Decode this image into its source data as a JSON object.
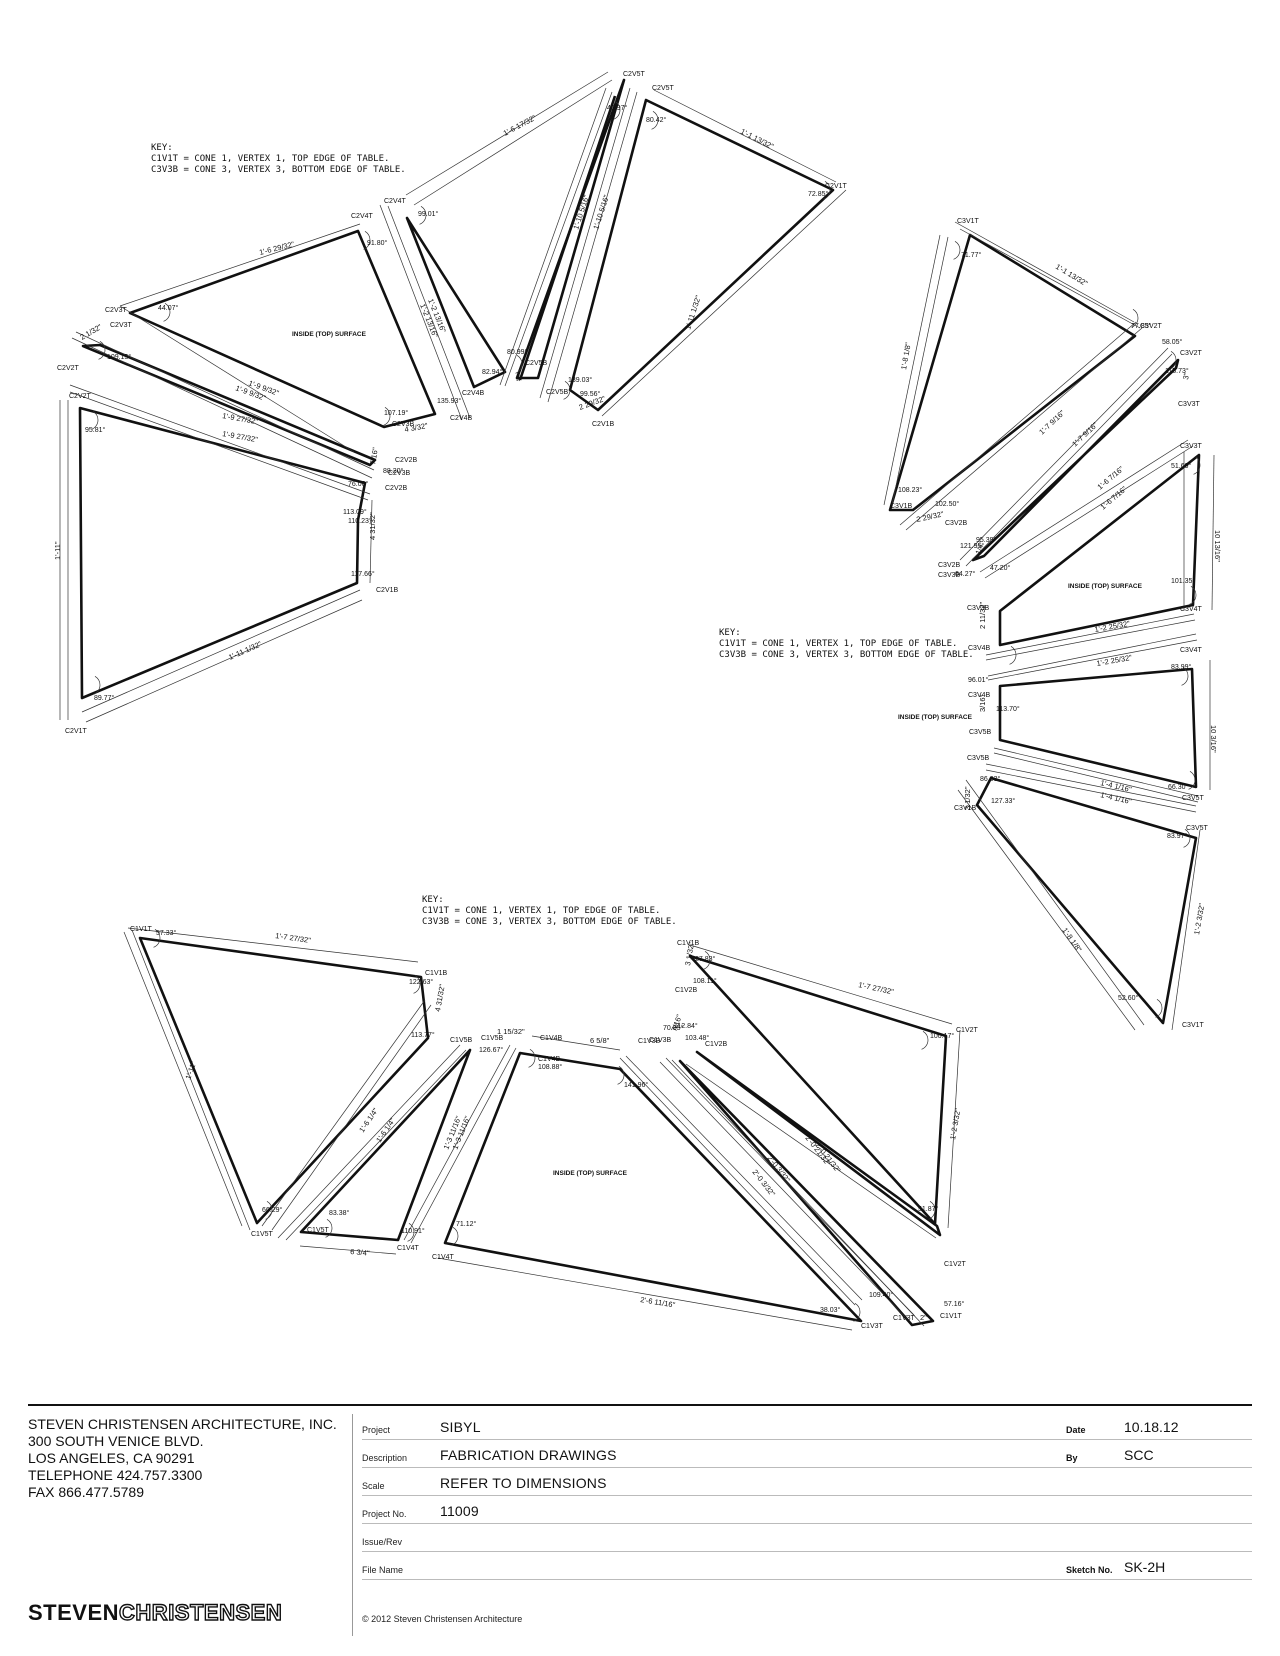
{
  "drawing": {
    "key_text": {
      "title": "KEY:",
      "line1": "C1V1T = CONE 1, VERTEX 1, TOP EDGE OF TABLE.",
      "line2": "C3V3B = CONE 3, VERTEX 3, BOTTOM EDGE OF TABLE."
    },
    "surface_label": "INSIDE (TOP) SURFACE",
    "cone2": {
      "vertices": [
        "C2V5T",
        "C2V5T",
        "C2V1T",
        "C2V4T",
        "C2V4T",
        "C2V3T",
        "C2V3T",
        "C2V2T",
        "C2V2T",
        "C2V5B",
        "C2V5B",
        "C2V1B",
        "C2V4B",
        "C2V4B",
        "C2V3B",
        "C2V3B",
        "C2V2B",
        "C2V2B",
        "C2V1B",
        "C2V1T"
      ],
      "dimensions": [
        "1'-6 17/32\"",
        "1'-1 13/32\"",
        "1'-6 29/32\"",
        "1'-2 13/16\"",
        "1'-2 13/16\"",
        "1'-10 5/16\"",
        "1'-10 5/16\"",
        "1'-11 1/32\"",
        "1'-9 9/32\"",
        "1'-9 9/32\"",
        "1'-9 27/32\"",
        "1'-9 27/32\"",
        "1'-11\"",
        "1'-11 1/32\"",
        "2 1/32\"",
        "4 3/32\"",
        "2 29/32\"",
        "4 31/32\"",
        "4\"",
        "7/16\""
      ],
      "angles": [
        "40.97°",
        "80.42°",
        "72.85°",
        "99.01°",
        "91.80°",
        "44.07°",
        "109.15°",
        "95.81°",
        "89.77°",
        "82.94°",
        "80.99°",
        "139.03°",
        "99.56°",
        "107.19°",
        "135.93°",
        "88.20°",
        "76.06°",
        "113.09°",
        "110.23°",
        "117.66°"
      ]
    },
    "cone3": {
      "vertices": [
        "C3V1T",
        "C3V2T",
        "C3V2T",
        "C3V3T",
        "C3V3T",
        "C3V4T",
        "C3V4T",
        "C3V5T",
        "C3V5T",
        "C3V1T",
        "C3V1B",
        "C3V2B",
        "C3V2B",
        "C3V3B",
        "C3V3B",
        "C3V4B",
        "C3V4B",
        "C3V5B",
        "C3V5B",
        "C3V1B"
      ],
      "dimensions": [
        "1'-1 13/32\"",
        "1'-8 1/8\"",
        "1'-7 9/16\"",
        "1'-7 9/16\"",
        "1'-6 7/16\"",
        "1'-6 7/16\"",
        "1'-2 25/32\"",
        "1'-2 25/32\"",
        "1'-4 1/16\"",
        "1'-4 1/16\"",
        "1'-8 1/8\"",
        "1'-2 3/32\"",
        "10 13/16\"",
        "10 3/16\"",
        "2 29/32\"",
        "3 1/32\"",
        "3\"",
        "2 11/32\"",
        "3/16\"",
        "1/4\""
      ],
      "angles": [
        "71.77°",
        "77.85°",
        "58.05°",
        "115.73°",
        "51.69°",
        "101.35°",
        "83.99°",
        "66.30°",
        "83.97°",
        "52.60°",
        "108.23°",
        "102.50°",
        "121.95°",
        "64.27°",
        "96.01°",
        "113.70°",
        "86.03°",
        "127.33°",
        "47.20°",
        "95.39°"
      ]
    },
    "cone1": {
      "vertices": [
        "C1V1T",
        "C1V1B",
        "C1V5B",
        "C1V5T",
        "C1V5T",
        "C1V4T",
        "C1V4T",
        "C1V5B",
        "C1V4B",
        "C1V4B",
        "C1V3B",
        "C1V3T",
        "C1V3B",
        "C1V2B",
        "C1V3T",
        "C1V2T",
        "C1V2T",
        "C1V1B",
        "C1V2B",
        "C1V1T"
      ],
      "dimensions": [
        "1'-7 27/32\"",
        "1'-11\"",
        "4 31/32\"",
        "1'-6 1/4\"",
        "1'-6 1/4\"",
        "6 3/4\"",
        "1 15/32\"",
        "1'-3 11/16\"",
        "1'-3 11/16\"",
        "6 5/8\"",
        "2'-6 11/16\"",
        "2'-0 3/32\"",
        "2'-0 3/32\"",
        "2'-0 21/32\"",
        "2'-0 21/32\"",
        "1'-7 27/32\"",
        "1'-2 3/32\"",
        "3 1/32\"",
        "2\"",
        "7/16\""
      ],
      "angles": [
        "57.33°",
        "122.63°",
        "66.29°",
        "113.77°",
        "126.67°",
        "83.38°",
        "110.91°",
        "108.88°",
        "141.96°",
        "71.12°",
        "38.03°",
        "112.84°",
        "109.40°",
        "27.83°",
        "108.11°",
        "100.17°",
        "51.87°",
        "57.16°",
        "103.48°",
        "70.85°"
      ]
    }
  },
  "title_block": {
    "firm": {
      "name": "STEVEN CHRISTENSEN ARCHITECTURE, INC.",
      "address1": "300 SOUTH VENICE BLVD.",
      "address2": "LOS ANGELES, CA 90291",
      "telephone": "TELEPHONE 424.757.3300",
      "fax": "FAX 866.477.5789"
    },
    "rows": {
      "project_label": "Project",
      "project_value": "SIBYL",
      "description_label": "Description",
      "description_value": "FABRICATION DRAWINGS",
      "scale_label": "Scale",
      "scale_value": "REFER TO DIMENSIONS",
      "project_no_label": "Project No.",
      "project_no_value": "11009",
      "issue_label": "Issue/Rev",
      "issue_value": "",
      "file_label": "File Name",
      "file_value": ""
    },
    "date_label": "Date",
    "date_value": "10.18.12",
    "by_label": "By",
    "by_value": "SCC",
    "sketch_label": "Sketch No.",
    "sketch_value": "SK-2H",
    "logo_part1": "STEVEN",
    "logo_part2": "CHRISTENSEN",
    "copyright": "© 2012 Steven Christensen Architecture"
  }
}
